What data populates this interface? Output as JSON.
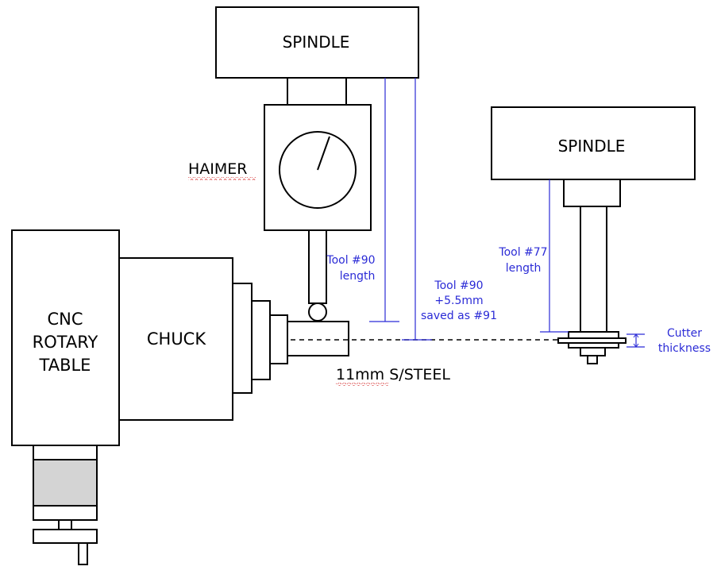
{
  "labels": {
    "spindle_left": "SPINDLE",
    "spindle_right": "SPINDLE",
    "haimer": "HAIMER",
    "chuck": "CHUCK",
    "rotary_table": [
      "CNC",
      "ROTARY",
      "TABLE"
    ],
    "stock": "11mm S/STEEL"
  },
  "annotations": {
    "tool90": [
      "Tool #90",
      "length"
    ],
    "tool91": [
      "Tool #90",
      "+5.5mm",
      "saved as #91"
    ],
    "tool77": [
      "Tool #77",
      "length"
    ],
    "cutter": [
      "Cutter",
      "thickness"
    ]
  },
  "colors": {
    "outline": "#000000",
    "dimension": "#2b2bd6",
    "motor_fill": "#d4d4d4",
    "spellcheck": "#e06060"
  }
}
